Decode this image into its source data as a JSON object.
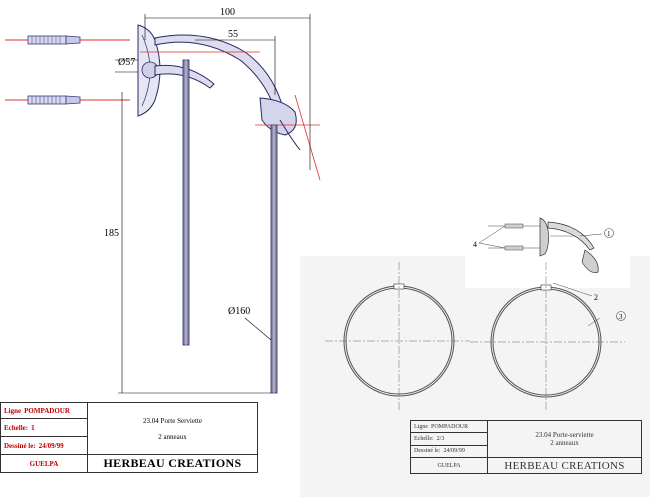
{
  "dimensions": {
    "overall_width": "100",
    "projection": "55",
    "rosette_diameter": "Ø57",
    "height": "185",
    "ring_diameter": "Ø160"
  },
  "detail_callouts": [
    "4",
    "2",
    "3",
    "1"
  ],
  "title_block_left": {
    "ligne_label": "Ligne",
    "ligne_value": "POMPADOUR",
    "echelle_label": "Echelle:",
    "echelle_value": "1",
    "dessine_label": "Dessiné le:",
    "dessine_value": "24/09/99",
    "author": "GUELPA",
    "title_line1": "23.04 Porte Serviette",
    "title_line2": "2 anneaux",
    "company": "HERBEAU CREATIONS"
  },
  "title_block_right": {
    "ligne_label": "Ligne",
    "ligne_value": "POMPADOUR",
    "echelle_label": "Echelle:",
    "echelle_value": "2/3",
    "dessine_label": "Dessiné le:",
    "dessine_value": "24/09/99",
    "author": "GUELPA",
    "title_line1": "23.04 Porte-serviette",
    "title_line2": "2 anneaux",
    "company": "HERBEAU CREATIONS"
  }
}
